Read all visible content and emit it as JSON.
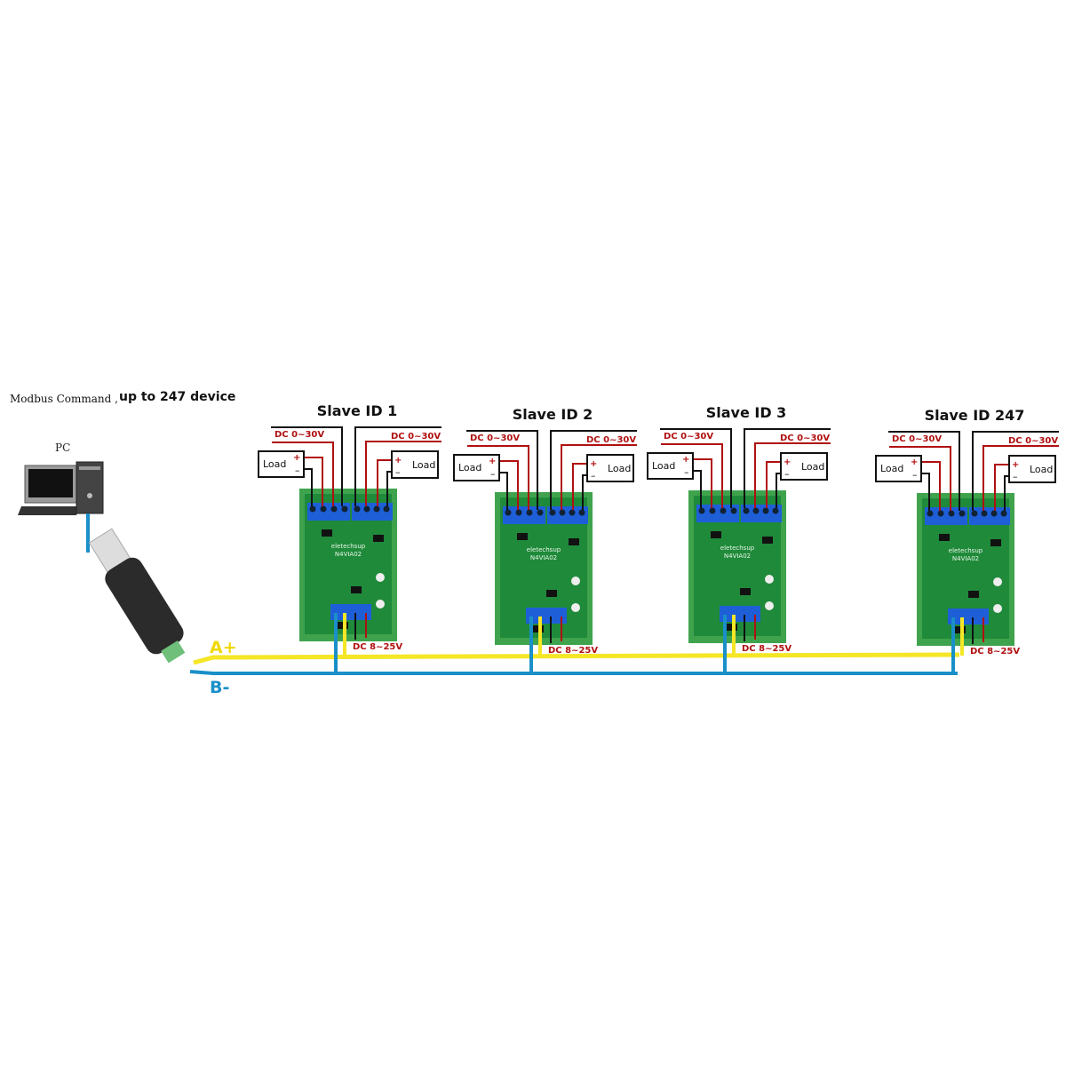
{
  "header": {
    "command_label": "Modbus Command ,",
    "capacity_label": "up to 247 device"
  },
  "pc": {
    "label": "PC"
  },
  "bus": {
    "a_label": "A+",
    "b_label": "B-"
  },
  "colors": {
    "a_wire": "#f5e626",
    "b_wire": "#1a8fc8",
    "red_wire": "#b01010",
    "board": "#1f8a3a",
    "terminal": "#1e5fd8"
  },
  "slaves": [
    {
      "title": "Slave ID 1",
      "left_supply": "DC 0~30V",
      "right_supply": "DC 0~30V",
      "load_left": "Load",
      "load_right": "Load",
      "power": "DC 8~25V",
      "brand": "eletechsup",
      "model": "N4VIA02"
    },
    {
      "title": "Slave ID 2",
      "left_supply": "DC 0~30V",
      "right_supply": "DC 0~30V",
      "load_left": "Load",
      "load_right": "Load",
      "power": "DC 8~25V",
      "brand": "eletechsup",
      "model": "N4VIA02"
    },
    {
      "title": "Slave ID 3",
      "left_supply": "DC 0~30V",
      "right_supply": "DC 0~30V",
      "load_left": "Load",
      "load_right": "Load",
      "power": "DC 8~25V",
      "brand": "eletechsup",
      "model": "N4VIA02"
    },
    {
      "title": "Slave ID 247",
      "left_supply": "DC 0~30V",
      "right_supply": "DC 0~30V",
      "load_left": "Load",
      "load_right": "Load",
      "power": "DC 8~25V",
      "brand": "eletechsup",
      "model": "N4VIA02"
    }
  ]
}
